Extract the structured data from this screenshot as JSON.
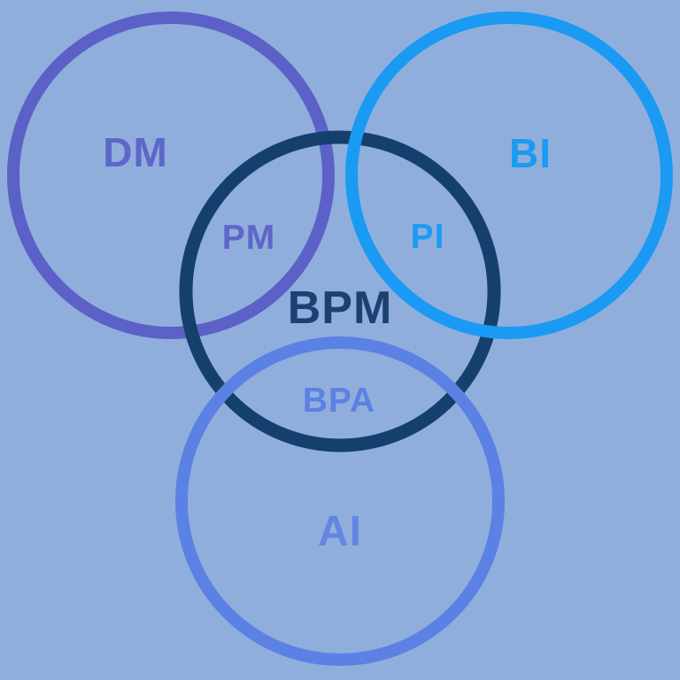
{
  "diagram": {
    "background_color": "#90AEDC",
    "sets": {
      "dm": {
        "label": "DM",
        "color": "#5B61C6",
        "label_color": "#5F66C9"
      },
      "bi": {
        "label": "BI",
        "color": "#1A9AF3",
        "label_color": "#1A9AF3"
      },
      "ai": {
        "label": "AI",
        "color": "#5C81E4",
        "label_color": "#6187E0"
      },
      "bpm": {
        "label": "BPM",
        "color": "#15406E",
        "label_color": "#1B4173"
      }
    },
    "intersections": {
      "pm": {
        "label": "PM",
        "label_color": "#5F66C9"
      },
      "pi": {
        "label": "PI",
        "label_color": "#1A9AF3"
      },
      "bpa": {
        "label": "BPA",
        "label_color": "#5C81E4"
      }
    }
  }
}
